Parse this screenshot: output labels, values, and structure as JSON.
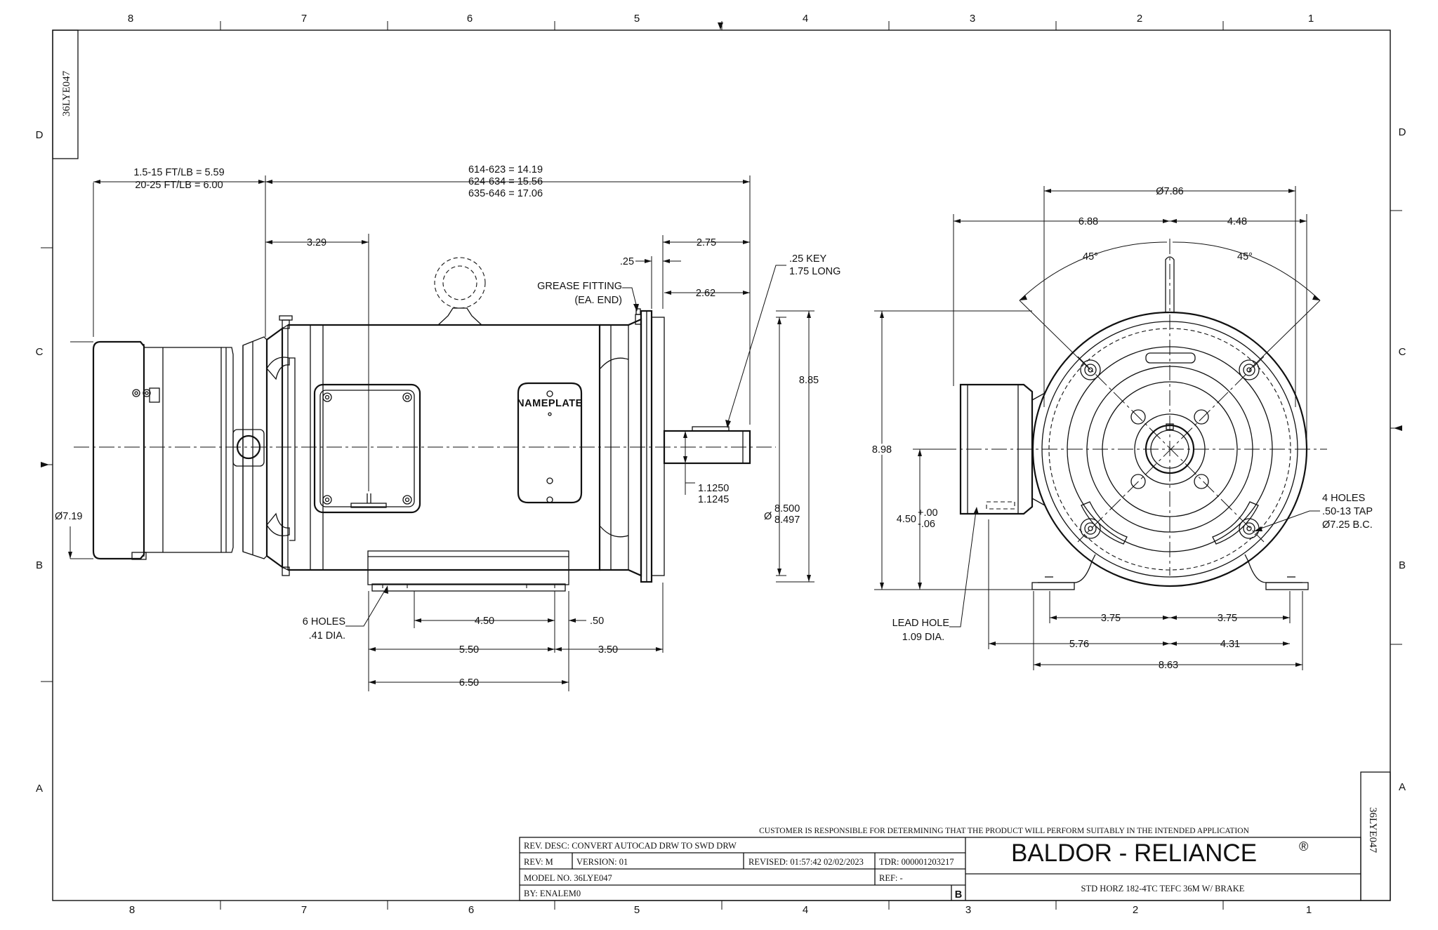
{
  "grid": {
    "columns": [
      "8",
      "7",
      "6",
      "5",
      "4",
      "3",
      "2",
      "1"
    ],
    "rows": [
      "D",
      "C",
      "B",
      "A"
    ]
  },
  "drawing_number": "36LYE047",
  "dimensions": {
    "brake_len_a": "1.5-15 FT/LB = 5.59",
    "brake_len_b": "20-25 FT/LB = 6.00",
    "body_len_a": "614-623 = 14.19",
    "body_len_b": "624-634 = 15.56",
    "body_len_c": "635-646 = 17.06",
    "d329": "3.29",
    "d275": "2.75",
    "d025": ".25",
    "d262": "2.62",
    "key_a": ".25 KEY",
    "key_b": "1.75 LONG",
    "grease_a": "GREASE FITTING",
    "grease_b": "(EA. END)",
    "d885": "8.85",
    "shaft_a": "1.1250",
    "shaft_b": "1.1245",
    "pilot_a": "8.500",
    "pilot_b": "8.497",
    "dia_sym": "Ø",
    "d719": "Ø7.19",
    "holes6_a": "6 HOLES",
    "holes6_b": ".41 DIA.",
    "d450": "4.50",
    "d050": ".50",
    "d550": "5.50",
    "d350": "3.50",
    "d650": "6.50",
    "d786": "Ø7.86",
    "d688": "6.88",
    "d448": "4.48",
    "ang_l": "45°",
    "ang_r": "45°",
    "d898": "8.98",
    "d450_h": "4.50",
    "tol_p": "+.00",
    "tol_m": "-.06",
    "holes4_a": "4 HOLES",
    "holes4_b": ".50-13 TAP",
    "holes4_c": "Ø7.25 B.C.",
    "lead_a": "LEAD HOLE",
    "lead_b": "1.09 DIA.",
    "d375_l": "3.75",
    "d375_r": "3.75",
    "d576": "5.76",
    "d431": "4.31",
    "d863": "8.63",
    "nameplate": "NAMEPLATE"
  },
  "title_block": {
    "notice": "CUSTOMER IS RESPONSIBLE FOR DETERMINING THAT THE PRODUCT WILL PERFORM SUITABLY IN THE INTENDED APPLICATION",
    "rev_desc": "REV. DESC: CONVERT AUTOCAD DRW TO SWD DRW",
    "rev": "REV:   M",
    "version": "VERSION:  01",
    "revised": "REVISED:  01:57:42 02/02/2023",
    "tdr": "TDR:  000001203217",
    "model": "MODEL NO.  36LYE047",
    "ref": "REF:  -",
    "by": "BY: ENALEM0",
    "size": "B",
    "company": "BALDOR - RELIANCE",
    "reg": "®",
    "description": "STD HORZ 182-4TC TEFC 36M W/ BRAKE"
  }
}
